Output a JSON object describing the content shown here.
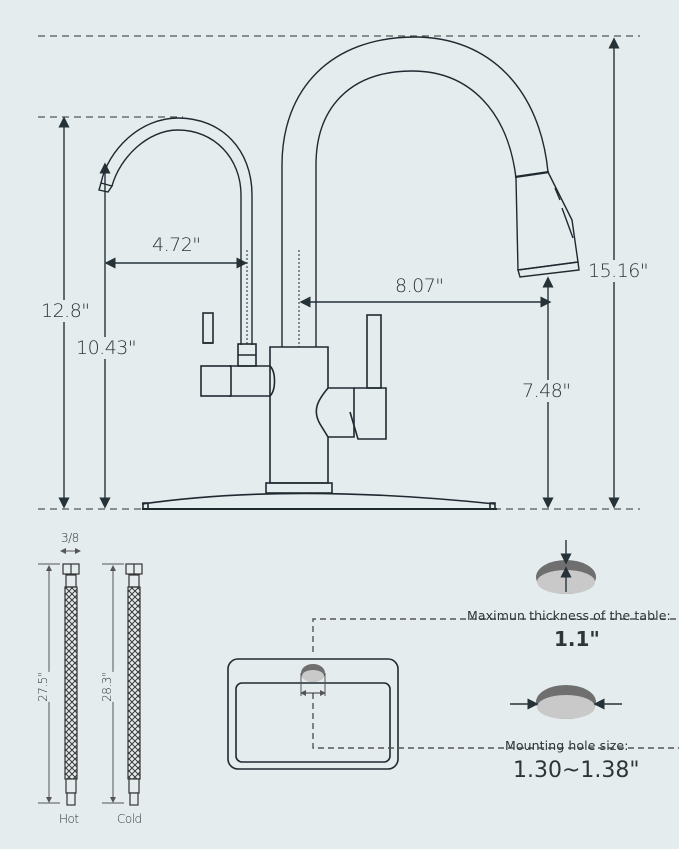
{
  "dimensions": {
    "total_height": "15.16\"",
    "spout_height_small": "12.8\"",
    "outlet_height_small": "10.43\"",
    "reach_small": "4.72\"",
    "reach_main": "8.07\"",
    "outlet_height_main": "7.48\""
  },
  "hoses": {
    "fitting_size": "3/8",
    "hot": {
      "label": "Hot",
      "length": "27.5\""
    },
    "cold": {
      "label": "Cold",
      "length": "28.3\""
    }
  },
  "installation": {
    "thickness_caption": "Maximun thickness of the table:",
    "thickness_value": "1.1\"",
    "hole_caption": "Mounting hole size:",
    "hole_value": "1.30~1.38\""
  },
  "colors": {
    "background": "#e4ecee",
    "line": "#1f2a30",
    "hole_dark": "#6f6f6f",
    "hole_light": "#c9c9c9"
  }
}
